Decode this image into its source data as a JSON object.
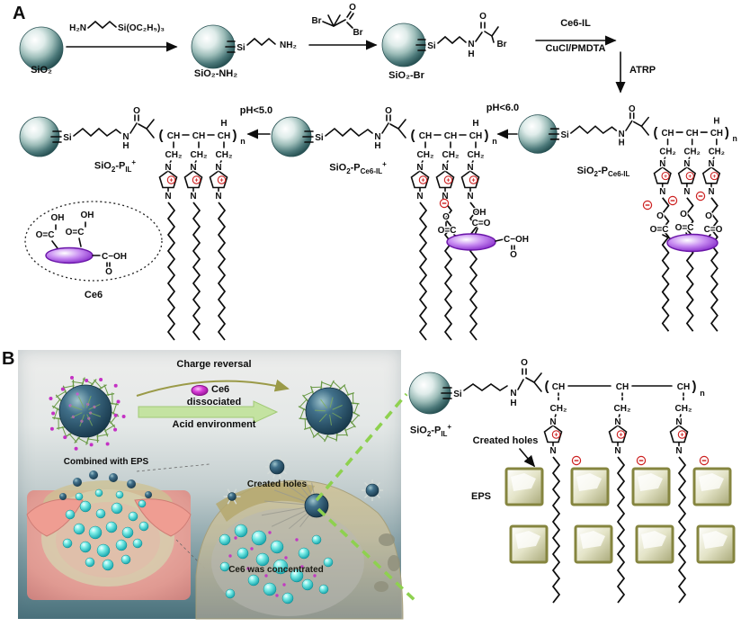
{
  "tk": {
    "si": "Si",
    "n": "N",
    "h": "H",
    "o": "O",
    "br": "Br",
    "oh": "OH",
    "ch": "CH",
    "ch2": "CH₂",
    "nsub": "n",
    "nh2": "NH₂",
    "h2n": "H₂N",
    "silane": "Si(OC₂H₅)₃",
    "plus": "+",
    "minus": "−",
    "oc": "O=C",
    "co": "C=O",
    "coh": "C−OH",
    "lp": "(",
    "rp": ")"
  },
  "panelA": {
    "label": "A",
    "sio2": "SiO₂",
    "sio2nh2": "SiO₂-NH₂",
    "sio2br": "SiO₂-Br",
    "ce6il": "Ce6-IL",
    "cucl": "CuCl/PMDTA",
    "atrp": "ATRP",
    "ph5": "pH<5.0",
    "ph6": "pH<6.0",
    "ce6": "Ce6",
    "rich": {
      "pil": [
        [
          "t",
          "SiO"
        ],
        [
          "s",
          "2"
        ],
        [
          "t",
          "-P"
        ],
        [
          "s",
          "IL"
        ],
        [
          "p",
          "+"
        ]
      ],
      "pce6p": [
        [
          "t",
          "SiO"
        ],
        [
          "s",
          "2"
        ],
        [
          "t",
          "-P"
        ],
        [
          "s",
          "Ce6-IL"
        ],
        [
          "p",
          "+"
        ]
      ],
      "pce6": [
        [
          "t",
          "SiO"
        ],
        [
          "s",
          "2"
        ],
        [
          "t",
          "-P"
        ],
        [
          "s",
          "Ce6-IL"
        ]
      ]
    }
  },
  "panelB": {
    "label": "B",
    "charge_reversal": "Charge reversal",
    "ce6": "Ce6",
    "dissociated": "dissociated",
    "acid": "Acid environment",
    "combined": "Combined with EPS",
    "created_holes": "Created holes",
    "concentrated": "Ce6 was concentrated",
    "created_holes2": "Created holes",
    "eps": "EPS",
    "rich": {
      "pil": [
        [
          "t",
          "SiO"
        ],
        [
          "s",
          "2"
        ],
        [
          "t",
          "-P"
        ],
        [
          "s",
          "IL"
        ],
        [
          "p",
          "+"
        ]
      ]
    }
  },
  "colors": {
    "sphere_rim": "#234c4e",
    "purple": "#7c1cc4",
    "charge_red": "#cc2020",
    "green_dash": "#8ed14f",
    "panelb_teal": "#4a727d",
    "eps_border": "#85853f",
    "magenta": "#c431c4",
    "olive_arrow": "#9a9a48",
    "acid_green": "#c2e39c"
  }
}
